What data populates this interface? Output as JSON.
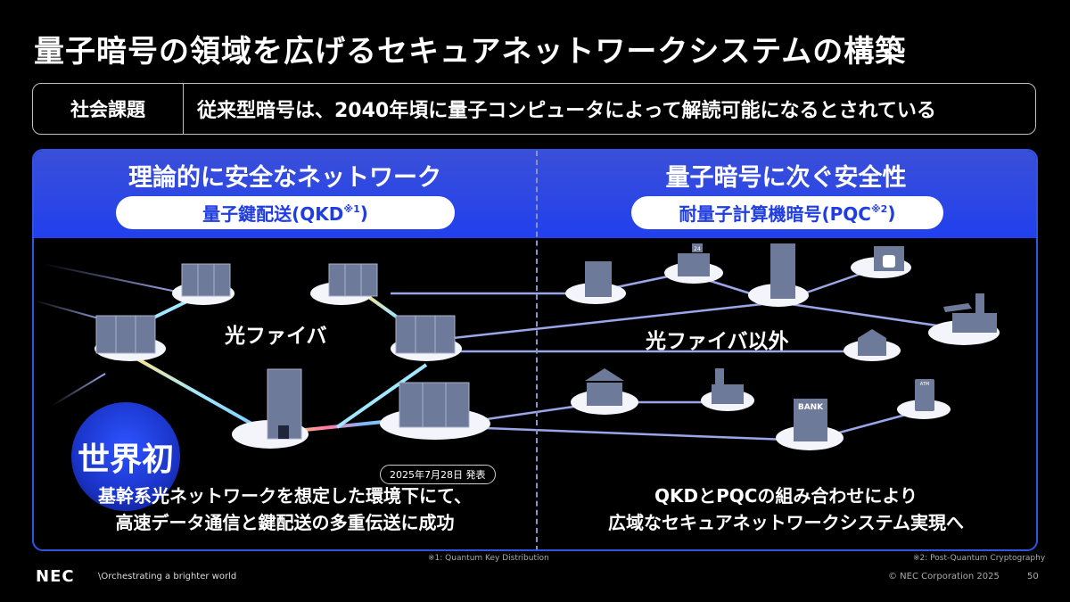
{
  "title": "量子暗号の領域を広げるセキュアネットワークシステムの構築",
  "issue": {
    "label": "社会課題",
    "text": "従来型暗号は、2040年頃に量子コンピュータによって解読可能になるとされている"
  },
  "left": {
    "title": "理論的に安全なネットワーク",
    "pill_text": "量子鍵配送(QKD",
    "pill_sup": "※1",
    "pill_close": ")",
    "network_label": "光ファイバ",
    "first_label": "世界初",
    "date_badge": "2025年7月28日 発表",
    "result_line1": "基幹系光ネットワークを想定した環境下にて、",
    "result_line2": "高速データ通信と鍵配送の多重伝送に成功"
  },
  "right": {
    "title": "量子暗号に次ぐ安全性",
    "pill_text": "耐量子計算機暗号(PQC",
    "pill_sup": "※2",
    "pill_close": ")",
    "network_label": "光ファイバ以外",
    "result_line1": "QKDとPQCの組み合わせにより",
    "result_line2": "広域なセキュアネットワークシステム実現へ"
  },
  "icons": {
    "store_sign": "24",
    "bank_sign": "BANK",
    "atm_sign": "ATM"
  },
  "footnotes": {
    "n1": "※1: Quantum Key Distribution",
    "n2": "※2: Post-Quantum Cryptography"
  },
  "footer": {
    "logo": "NEC",
    "tagline": "\\Orchestrating a brighter world",
    "copyright": "© NEC Corporation 2025",
    "page": "50"
  },
  "colors": {
    "accent": "#2140ee",
    "node": "#6e7a9a",
    "link": "#9aa6e8"
  }
}
